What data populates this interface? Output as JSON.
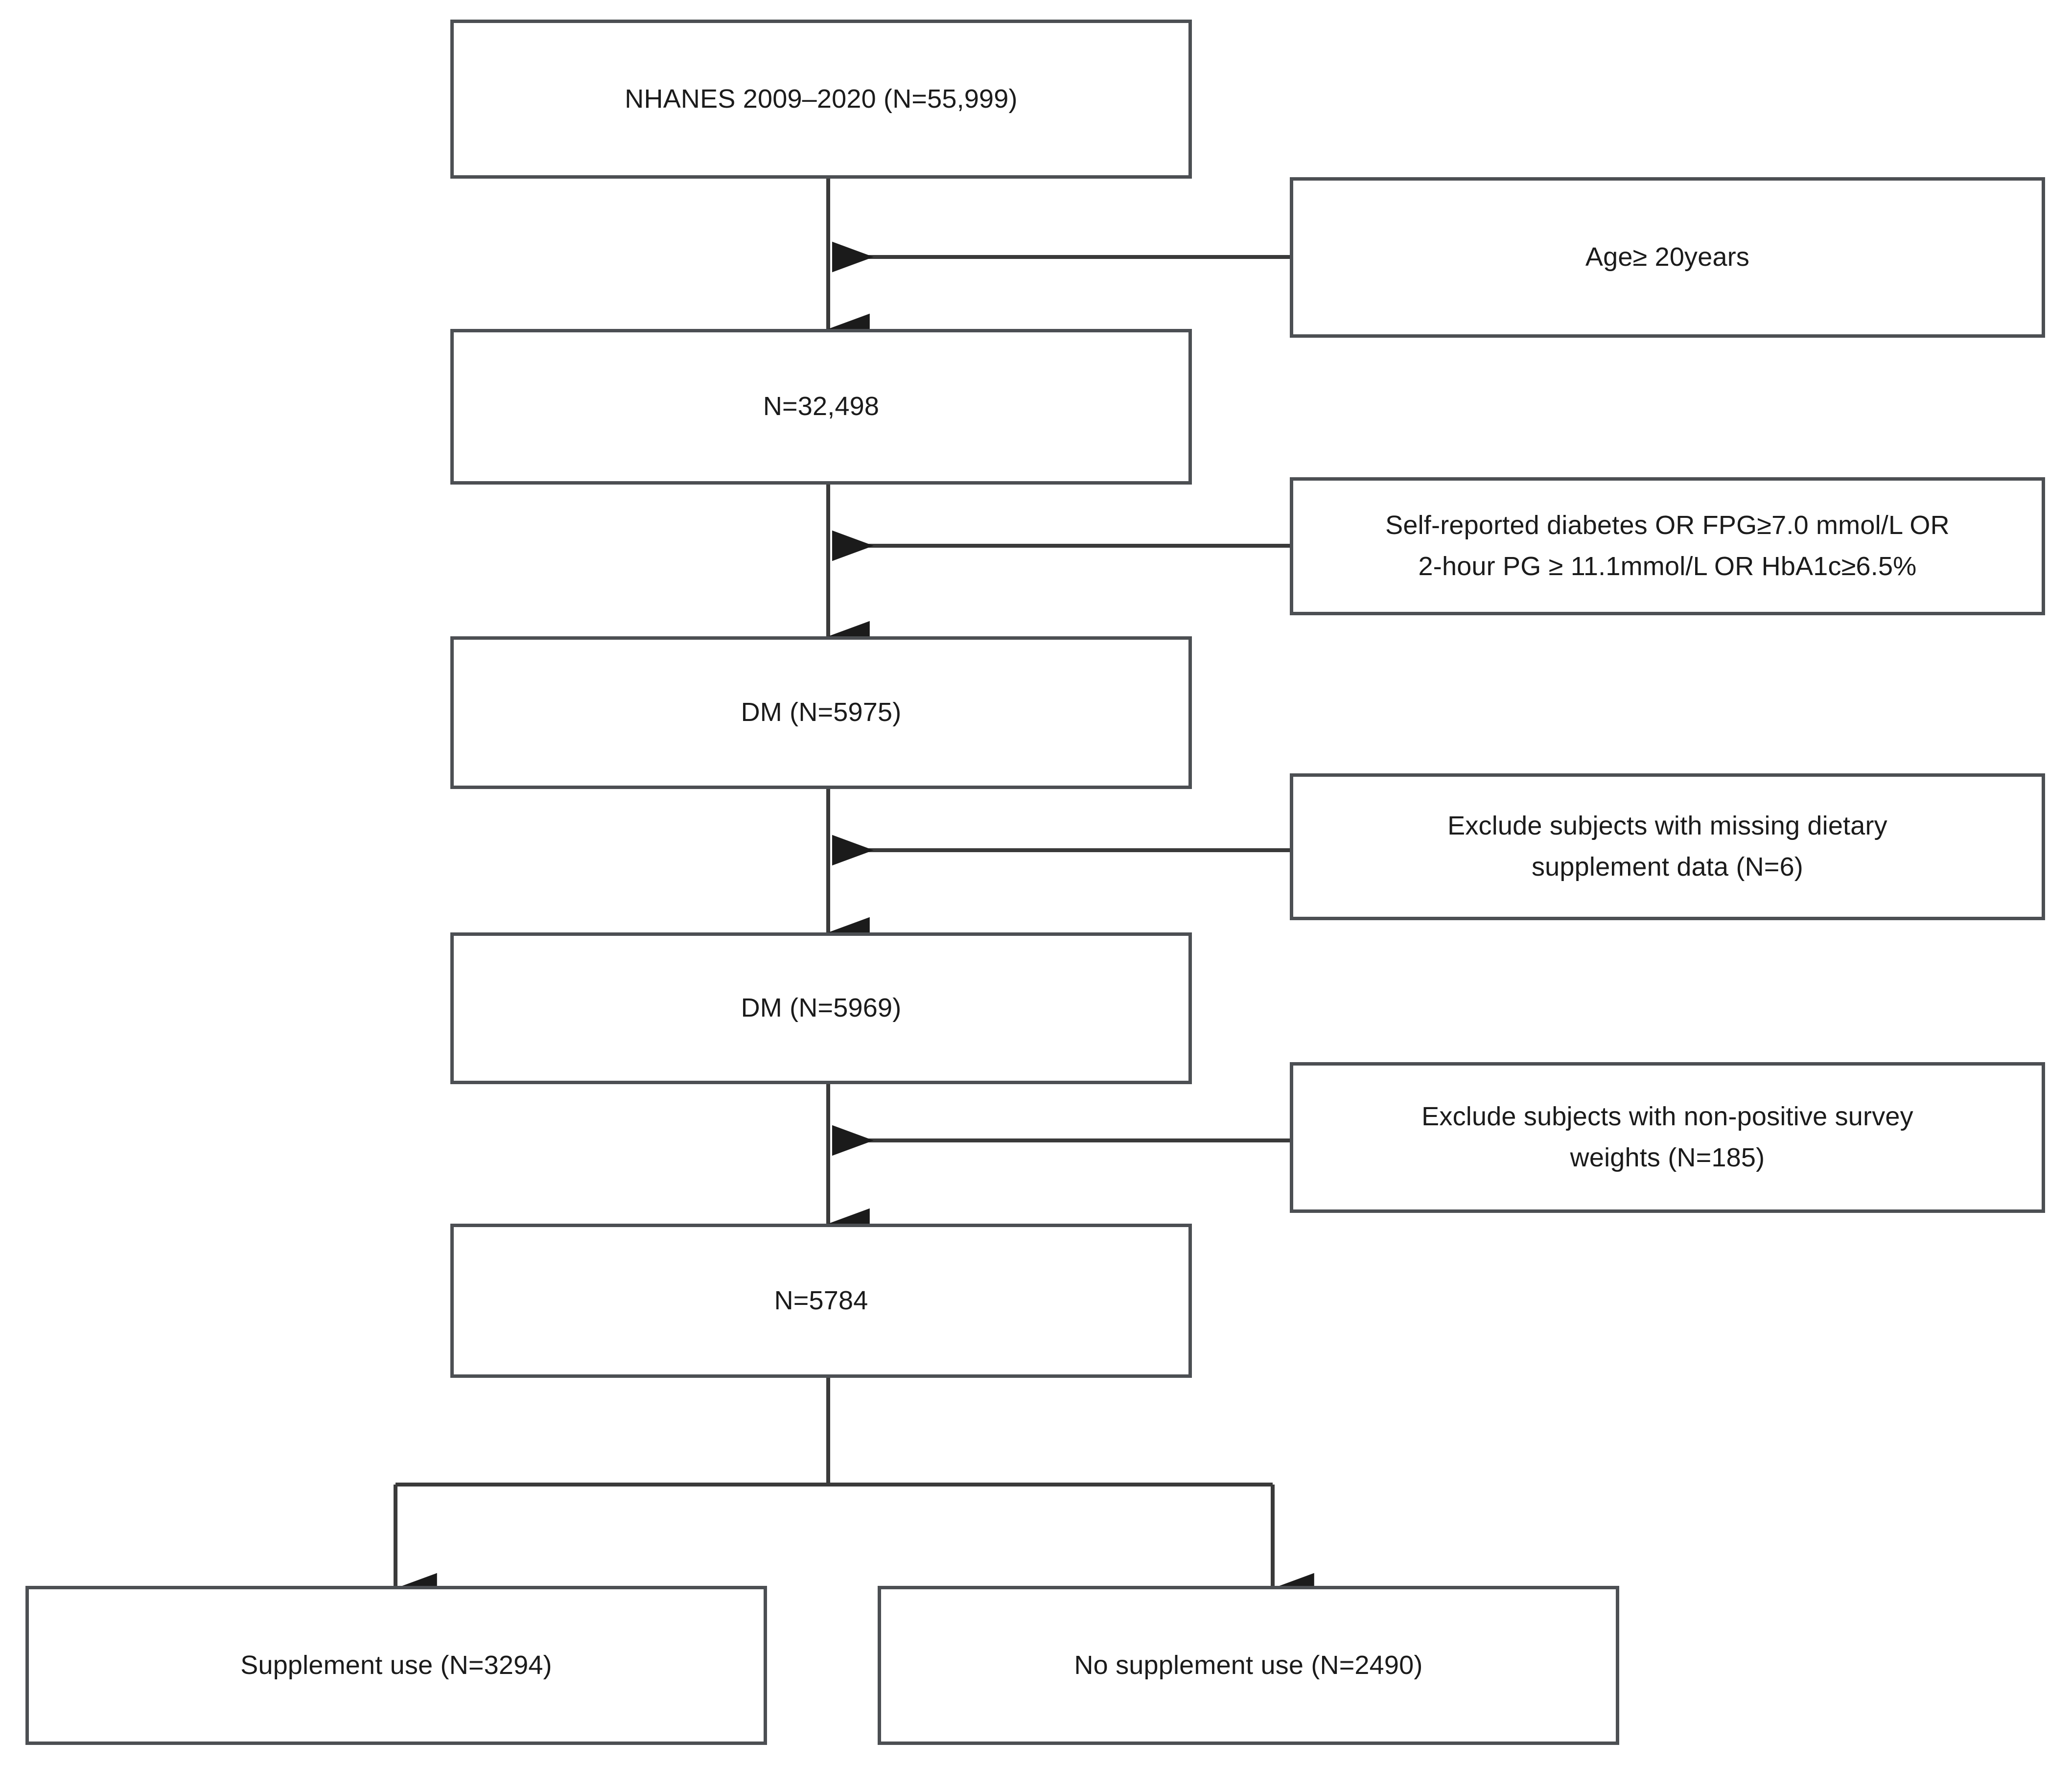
{
  "diagram": {
    "title": "NHANES study participant selection flow",
    "type": "flowchart",
    "stroke_color": "#4c4f53",
    "text_color": "#1b1b1b",
    "background_color": "#ffffff",
    "main_nodes": [
      {
        "id": "n1",
        "label": "NHANES 2009–2020 (N=55,999)"
      },
      {
        "id": "n2",
        "label": "N=32,498"
      },
      {
        "id": "n3",
        "label": "DM (N=5975)"
      },
      {
        "id": "n4",
        "label": "DM (N=5969)"
      },
      {
        "id": "n5",
        "label": "N=5784"
      }
    ],
    "criteria_nodes": [
      {
        "id": "c1",
        "label": "Age≥ 20years"
      },
      {
        "id": "c2",
        "label": "Self-reported diabetes  OR FPG≥7.0 mmol/L OR\n2-hour PG ≥ 11.1mmol/L OR HbA1c≥6.5%"
      },
      {
        "id": "c3",
        "label": "Exclude subjects with missing dietary\nsupplement data (N=6)"
      },
      {
        "id": "c4",
        "label": "Exclude subjects with non-positive survey\nweights (N=185)"
      }
    ],
    "outcome_nodes": [
      {
        "id": "o1",
        "label": "Supplement use (N=3294)"
      },
      {
        "id": "o2",
        "label": "No supplement use (N=2490)"
      }
    ],
    "flow_steps": [
      {
        "from": "n1",
        "to": "n2",
        "criterion": "c1"
      },
      {
        "from": "n2",
        "to": "n3",
        "criterion": "c2"
      },
      {
        "from": "n3",
        "to": "n4",
        "criterion": "c3"
      },
      {
        "from": "n4",
        "to": "n5",
        "criterion": "c4"
      },
      {
        "from": "n5",
        "to": "o1",
        "criterion": null
      },
      {
        "from": "n5",
        "to": "o2",
        "criterion": null
      }
    ]
  }
}
